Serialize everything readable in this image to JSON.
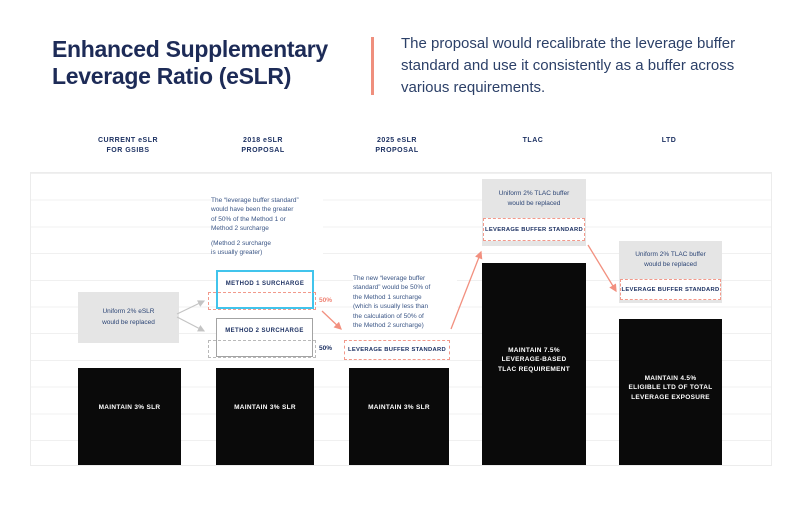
{
  "header": {
    "title": "Enhanced Supplementary\nLeverage Ratio (eSLR)",
    "description": "The proposal would recalibrate the leverage buffer standard and use it consistently as a buffer across various requirements."
  },
  "colors": {
    "navy": "#1D2B57",
    "annotation_blue": "#3B5686",
    "coral_accent": "#EF8F7D",
    "cyan_accent": "#41C4EC",
    "bar_black": "#0A0A0A",
    "callout_gray": "#E5E5E5"
  },
  "columns": [
    {
      "header": "CURRENT eSLR\nFOR GSIBS",
      "callout": "Uniform 2% eSLR\nwould be replaced",
      "bar_label": "MAINTAIN 3% SLR"
    },
    {
      "header": "2018 eSLR\nPROPOSAL",
      "note1": "The “leverage buffer standard”\nwould have been the greater\nof 50% of the Method 1 or\nMethod 2 surcharge",
      "note2": "(Method 2 surcharge\nis usually greater)",
      "method1_label": "METHOD 1 SURCHARGE",
      "method1_pct": "50%",
      "method2_label": "METHOD 2 SURCHARGE",
      "method2_pct": "50%",
      "bar_label": "MAINTAIN 3% SLR"
    },
    {
      "header": "2025 eSLR\nPROPOSAL",
      "note1": "The new “leverage buffer\nstandard” would be 50% of\nthe Method 1 surcharge\n(which is usually less than\nthe calculation of 50% of\nthe Method 2 surcharge)",
      "buffer_label": "LEVERAGE BUFFER STANDARD",
      "bar_label": "MAINTAIN 3% SLR"
    },
    {
      "header": "TLAC",
      "callout": "Uniform 2% TLAC buffer\nwould be replaced",
      "buffer_label": "LEVERAGE BUFFER STANDARD",
      "bar_label": "MAINTAIN 7.5%\nLEVERAGE-BASED\nTLAC REQUIREMENT"
    },
    {
      "header": "LTD",
      "callout": "Uniform 2% TLAC buffer\nwould be replaced",
      "buffer_label": "LEVERAGE BUFFER STANDARD",
      "bar_label": "MAINTAIN 4.5%\nELIGIBLE LTD OF TOTAL\nLEVERAGE EXPOSURE"
    }
  ]
}
